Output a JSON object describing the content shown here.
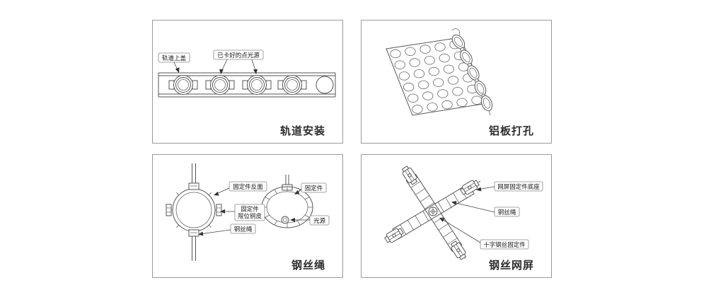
{
  "panels": {
    "track": {
      "title": "轨道安装",
      "labels": {
        "cover": "轨道上盖",
        "clipped_lights": "已卡好的点光源"
      }
    },
    "plate": {
      "title": "铝板打孔"
    },
    "wire": {
      "title": "钢丝绳",
      "labels": {
        "fixture_back": "固定件反面",
        "fixture": "固定件",
        "limit_line1": "固定件",
        "limit_line2": "限位铜皮",
        "wire_rope": "钢丝绳",
        "light_source": "光源"
      }
    },
    "mesh": {
      "title": "钢丝网屏",
      "labels": {
        "screen_fixture_base": "网屏固定件底座",
        "wire_rope": "钢丝绳",
        "cross_wire_fixture": "十字钢丝固定件"
      }
    }
  }
}
